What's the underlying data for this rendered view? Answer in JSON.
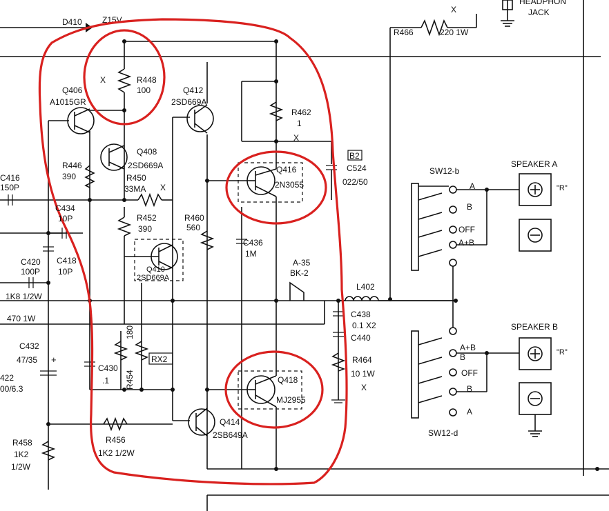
{
  "headphone": {
    "label_top": "HEADPHON",
    "label_jack": "JACK"
  },
  "top": {
    "d410": "D410",
    "z15v": "Z15V",
    "r466": "R466",
    "r466_val": "220  1W",
    "x_mark": "X"
  },
  "components": {
    "r448": "R448",
    "r448_val": "100",
    "q406": "Q406",
    "q406_type": "A1015GR",
    "q412": "Q412",
    "q412_type": "2SD669A",
    "r462": "R462",
    "r462_val": "1",
    "q408": "Q408",
    "q408_type": "2SD669A",
    "r446": "R446",
    "r446_val": "390",
    "r450": "R450",
    "r450_val": "33MA",
    "c416": "C416",
    "c416_val": "150P",
    "c434": "C434",
    "c434_val": "10P",
    "r452": "R452",
    "r452_val": "390",
    "r460": "R460",
    "r460_val": "560",
    "c436": "C436",
    "c436_val": "1M",
    "q416": "Q416",
    "q416_type": "2N3055",
    "b2": "B2",
    "c524": "C524",
    "c524_val": "022/50",
    "c420": "C420",
    "c420_val": "100P",
    "c418": "C418",
    "c418_val": "10P",
    "q410": "Q410",
    "q410_type": "2SD669A",
    "a35": "A-35",
    "bk2": "BK-2",
    "l402": "L402",
    "res_1k8": "1K8  1/2W",
    "res_470": "470  1W",
    "c438": "C438",
    "c438_val": "0.1 X2",
    "c440": "C440",
    "c432": "C432",
    "c432_val": "47/35",
    "c422": "422",
    "c422_val": "00/6.3",
    "r180": "180",
    "rx2": "RX2",
    "c430": "C430",
    "c430_val": ".1",
    "r454": "R454",
    "q418": "Q418",
    "q418_type": "MJ2955",
    "r464": "R464",
    "r464_val": "10   1W",
    "r456": "R456",
    "r456_val": "1K2   1/2W",
    "q414": "Q414",
    "q414_type": "2SB649A",
    "r458": "R458",
    "r458_val1": "1K2",
    "r458_val2": "1/2W"
  },
  "switches": {
    "sw_top": "SW12-b",
    "sw_bottom": "SW12-d",
    "top_positions": [
      "A",
      "B",
      "OFF",
      "A+B"
    ],
    "bottom_positions": [
      "A+B",
      "B",
      "OFF",
      "B",
      "A"
    ]
  },
  "speakers": {
    "a": "SPEAKER  A",
    "b": "SPEAKER  B",
    "plus": "⊕",
    "minus": "⊖",
    "r_note": "\"R\""
  }
}
